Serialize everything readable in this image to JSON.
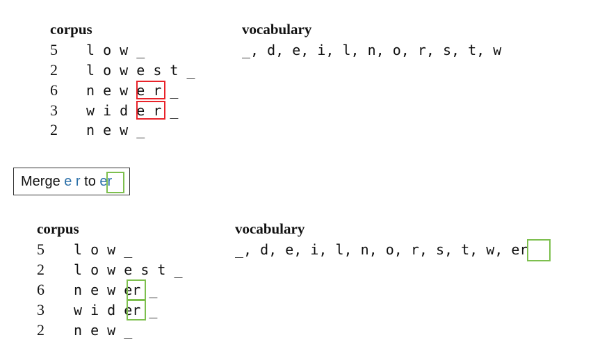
{
  "before": {
    "corpus_header": "corpus",
    "vocab_header": "vocabulary",
    "counts": [
      "5",
      "2",
      "6",
      "3",
      "2"
    ],
    "rows": [
      {
        "plain": "l o w _",
        "merge": ""
      },
      {
        "plain": "l o w e s t _",
        "merge": ""
      },
      {
        "plain": "n e w ",
        "merge": "e r",
        "tail": " _"
      },
      {
        "plain": "w i d ",
        "merge": "e r",
        "tail": " _"
      },
      {
        "plain": "n e w _",
        "merge": ""
      }
    ],
    "vocabulary": "_, d, e, i, l, n, o, r, s, t, w"
  },
  "merge_step": {
    "prefix": "Merge ",
    "pair": "e r",
    "middle": " to ",
    "result": "er"
  },
  "after": {
    "corpus_header": "corpus",
    "vocab_header": "vocabulary",
    "counts": [
      "5",
      "2",
      "6",
      "3",
      "2"
    ],
    "rows": [
      {
        "plain": "l o w _",
        "merge": ""
      },
      {
        "plain": "l o w e s t _",
        "merge": ""
      },
      {
        "plain": "n e w ",
        "merge": "er",
        "tail": " _"
      },
      {
        "plain": "w i d ",
        "merge": "er",
        "tail": " _"
      },
      {
        "plain": "n e w _",
        "merge": ""
      }
    ],
    "vocabulary": "_, d, e, i, l, n, o, r, s, t, w, ",
    "vocabulary_new": "er"
  },
  "colors": {
    "highlight_old": "#e8232a",
    "highlight_new": "#7dbf4e",
    "merge_text": "#2a6fa8"
  }
}
